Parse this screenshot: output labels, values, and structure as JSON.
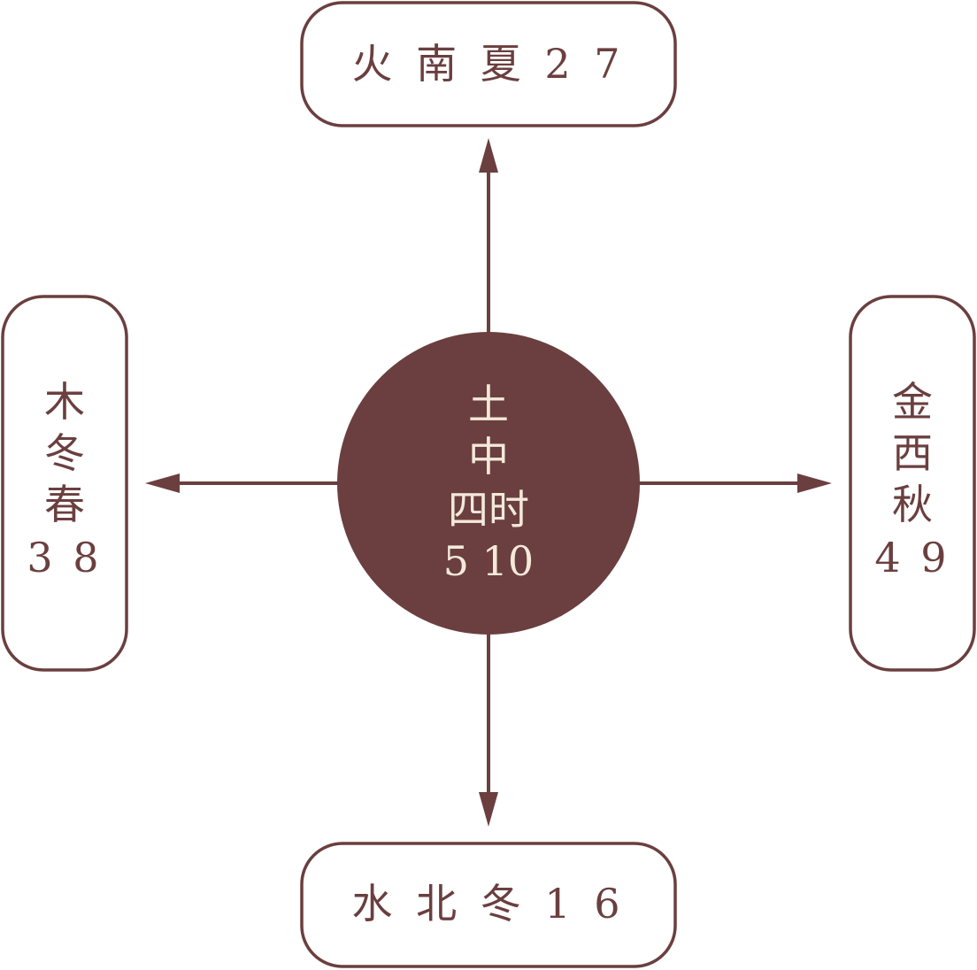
{
  "colors": {
    "primary": "#6b3f3f",
    "background": "#ffffff",
    "center_text": "#f3e9da"
  },
  "center": {
    "lines": [
      "土",
      "中",
      "四时",
      "5 10"
    ]
  },
  "top": {
    "text": "火 南 夏 2 7"
  },
  "bottom": {
    "text": "水 北 冬 1 6"
  },
  "left": {
    "lines": [
      "木",
      "冬",
      "春",
      "3 8"
    ]
  },
  "right": {
    "lines": [
      "金",
      "西",
      "秋",
      "4 9"
    ]
  }
}
